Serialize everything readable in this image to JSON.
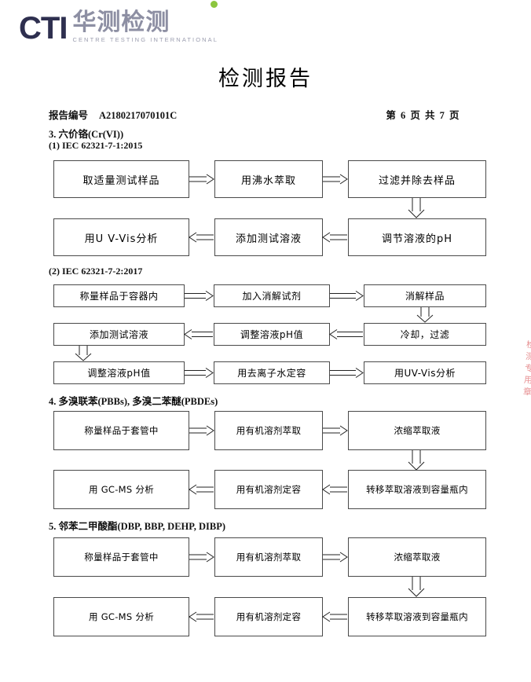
{
  "brand": {
    "mark": "CTI",
    "cn_name": "华测检测",
    "en_name": "CENTRE TESTING INTERNATIONAL",
    "dot_color": "#8cc63e",
    "mark_color": "#2e2f4f",
    "cn_color": "#8d8fa3"
  },
  "document": {
    "title": "检测报告",
    "report_no_label": "报告编号",
    "report_no": "A2180217070101C",
    "page_info": "第 6 页  共 7 页"
  },
  "watermark": {
    "text": "检测专用章"
  },
  "sections": [
    {
      "id": "cr6",
      "heading": "3. 六价铬(Cr(VI))",
      "subsections": [
        {
          "id": "iec-62321-7-1",
          "heading": "(1) IEC 62321-7-1:2015",
          "rows": [
            {
              "direction": "ltr",
              "boxes": [
                "取适量测试样品",
                "用沸水萃取",
                "过滤并除去样品"
              ]
            },
            {
              "direction": "rtl",
              "boxes": [
                "用U V-Vis分析",
                "添加测试溶液",
                "调节溶液的pH"
              ]
            }
          ]
        },
        {
          "id": "iec-62321-7-2",
          "heading": "(2) IEC 62321-7-2:2017",
          "rows": [
            {
              "direction": "ltr",
              "boxes": [
                "称量样品于容器内",
                "加入消解试剂",
                "消解样品"
              ]
            },
            {
              "direction": "rtl",
              "boxes": [
                "添加测试溶液",
                "调整溶液pH值",
                "冷却，过滤"
              ]
            },
            {
              "direction": "ltr",
              "boxes": [
                "调整溶液pH值",
                "用去离子水定容",
                "用UV-Vis分析"
              ]
            }
          ]
        }
      ]
    },
    {
      "id": "pbb-pbde",
      "heading": "4. 多溴联苯(PBBs), 多溴二苯醚(PBDEs)",
      "subsections": [
        {
          "id": "pbb-pbde-flow",
          "heading": "",
          "rows": [
            {
              "direction": "ltr",
              "boxes": [
                "称量样品于套管中",
                "用有机溶剂萃取",
                "浓缩萃取液"
              ]
            },
            {
              "direction": "rtl",
              "boxes": [
                "用 GC-MS 分析",
                "用有机溶剂定容",
                "转移萃取溶液到容量瓶内"
              ]
            }
          ]
        }
      ]
    },
    {
      "id": "phthalates",
      "heading": "5. 邻苯二甲酸酯(DBP, BBP, DEHP, DIBP)",
      "subsections": [
        {
          "id": "phthalates-flow",
          "heading": "",
          "rows": [
            {
              "direction": "ltr",
              "boxes": [
                "称量样品于套管中",
                "用有机溶剂萃取",
                "浓缩萃取液"
              ]
            },
            {
              "direction": "rtl",
              "boxes": [
                "用 GC-MS 分析",
                "用有机溶剂定容",
                "转移萃取溶液到容量瓶内"
              ]
            }
          ]
        }
      ]
    }
  ]
}
